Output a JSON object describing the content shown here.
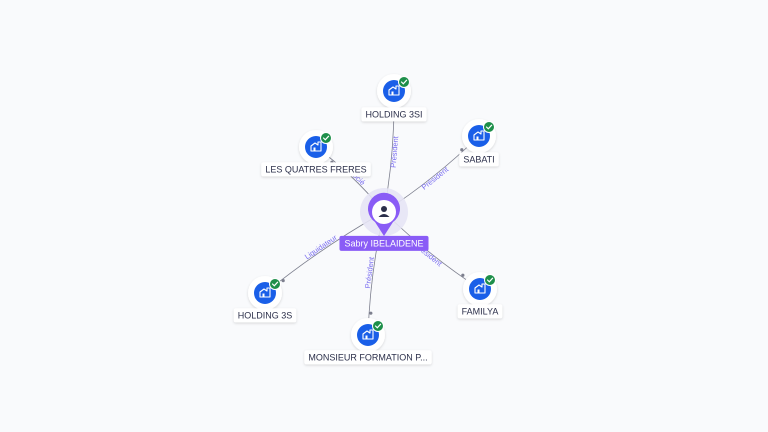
{
  "center": {
    "name": "Sabry IBELAIDENE",
    "icon": "person-icon",
    "color": "#8a5cf6"
  },
  "companies": [
    {
      "id": "holding-3si",
      "name": "HOLDING 3SI",
      "role": "Président",
      "status": "verified"
    },
    {
      "id": "sabati",
      "name": "SABATI",
      "role": "Président",
      "status": "verified"
    },
    {
      "id": "les-quatres-freres",
      "name": "LES QUATRES FRERES",
      "role": "Associé",
      "status": "verified"
    },
    {
      "id": "holding-3s",
      "name": "HOLDING 3S",
      "role": "Liquidateur",
      "status": "verified"
    },
    {
      "id": "monsieur-formation",
      "name": "MONSIEUR FORMATION P...",
      "role": "Président",
      "status": "verified"
    },
    {
      "id": "familya",
      "name": "FAMILYA",
      "role": "Président",
      "status": "verified"
    }
  ],
  "colors": {
    "company_icon_bg": "#1a5fe8",
    "check_badge": "#1e8f4a",
    "edge": "#7d7f8e",
    "edge_label": "#7a6df0",
    "background": "#f9fafc"
  },
  "icons": {
    "company": "building-icon",
    "badge": "check-icon"
  }
}
